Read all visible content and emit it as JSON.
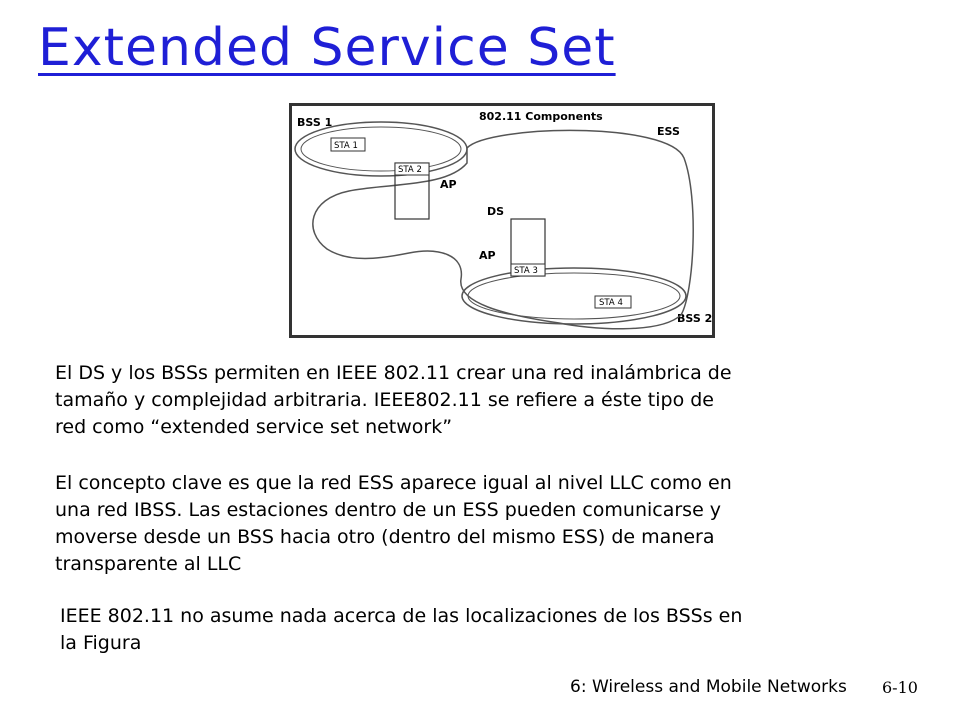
{
  "slide": {
    "title": "Extended Service Set",
    "figure": {
      "header": "802.11 Components",
      "bss1": "BSS 1",
      "bss2": "BSS 2",
      "ess": "ESS",
      "ds": "DS",
      "ap_top": "AP",
      "ap_bottom": "AP",
      "sta1": "STA 1",
      "sta2": "STA 2",
      "sta3": "STA 3",
      "sta4": "STA 4"
    },
    "paragraphs": [
      [
        "El DS y los BSSs permiten en IEEE 802.11 crear una red inalámbrica de",
        "tamaño y complejidad arbitraria. IEEE802.11 se refiere a éste tipo de",
        "red como “extended service set  network”"
      ],
      [
        "El concepto clave es que la red ESS aparece igual al nivel LLC como en",
        "una red IBSS. Las estaciones dentro de un ESS pueden comunicarse y",
        "moverse desde un BSS hacia otro (dentro del mismo ESS) de manera",
        "transparente al LLC"
      ],
      [
        "IEEE 802.11 no asume nada acerca de las localizaciones de los BSSs en",
        "la Figura"
      ]
    ],
    "footer": "6: Wireless and Mobile Networks",
    "page_number": "6-10"
  }
}
